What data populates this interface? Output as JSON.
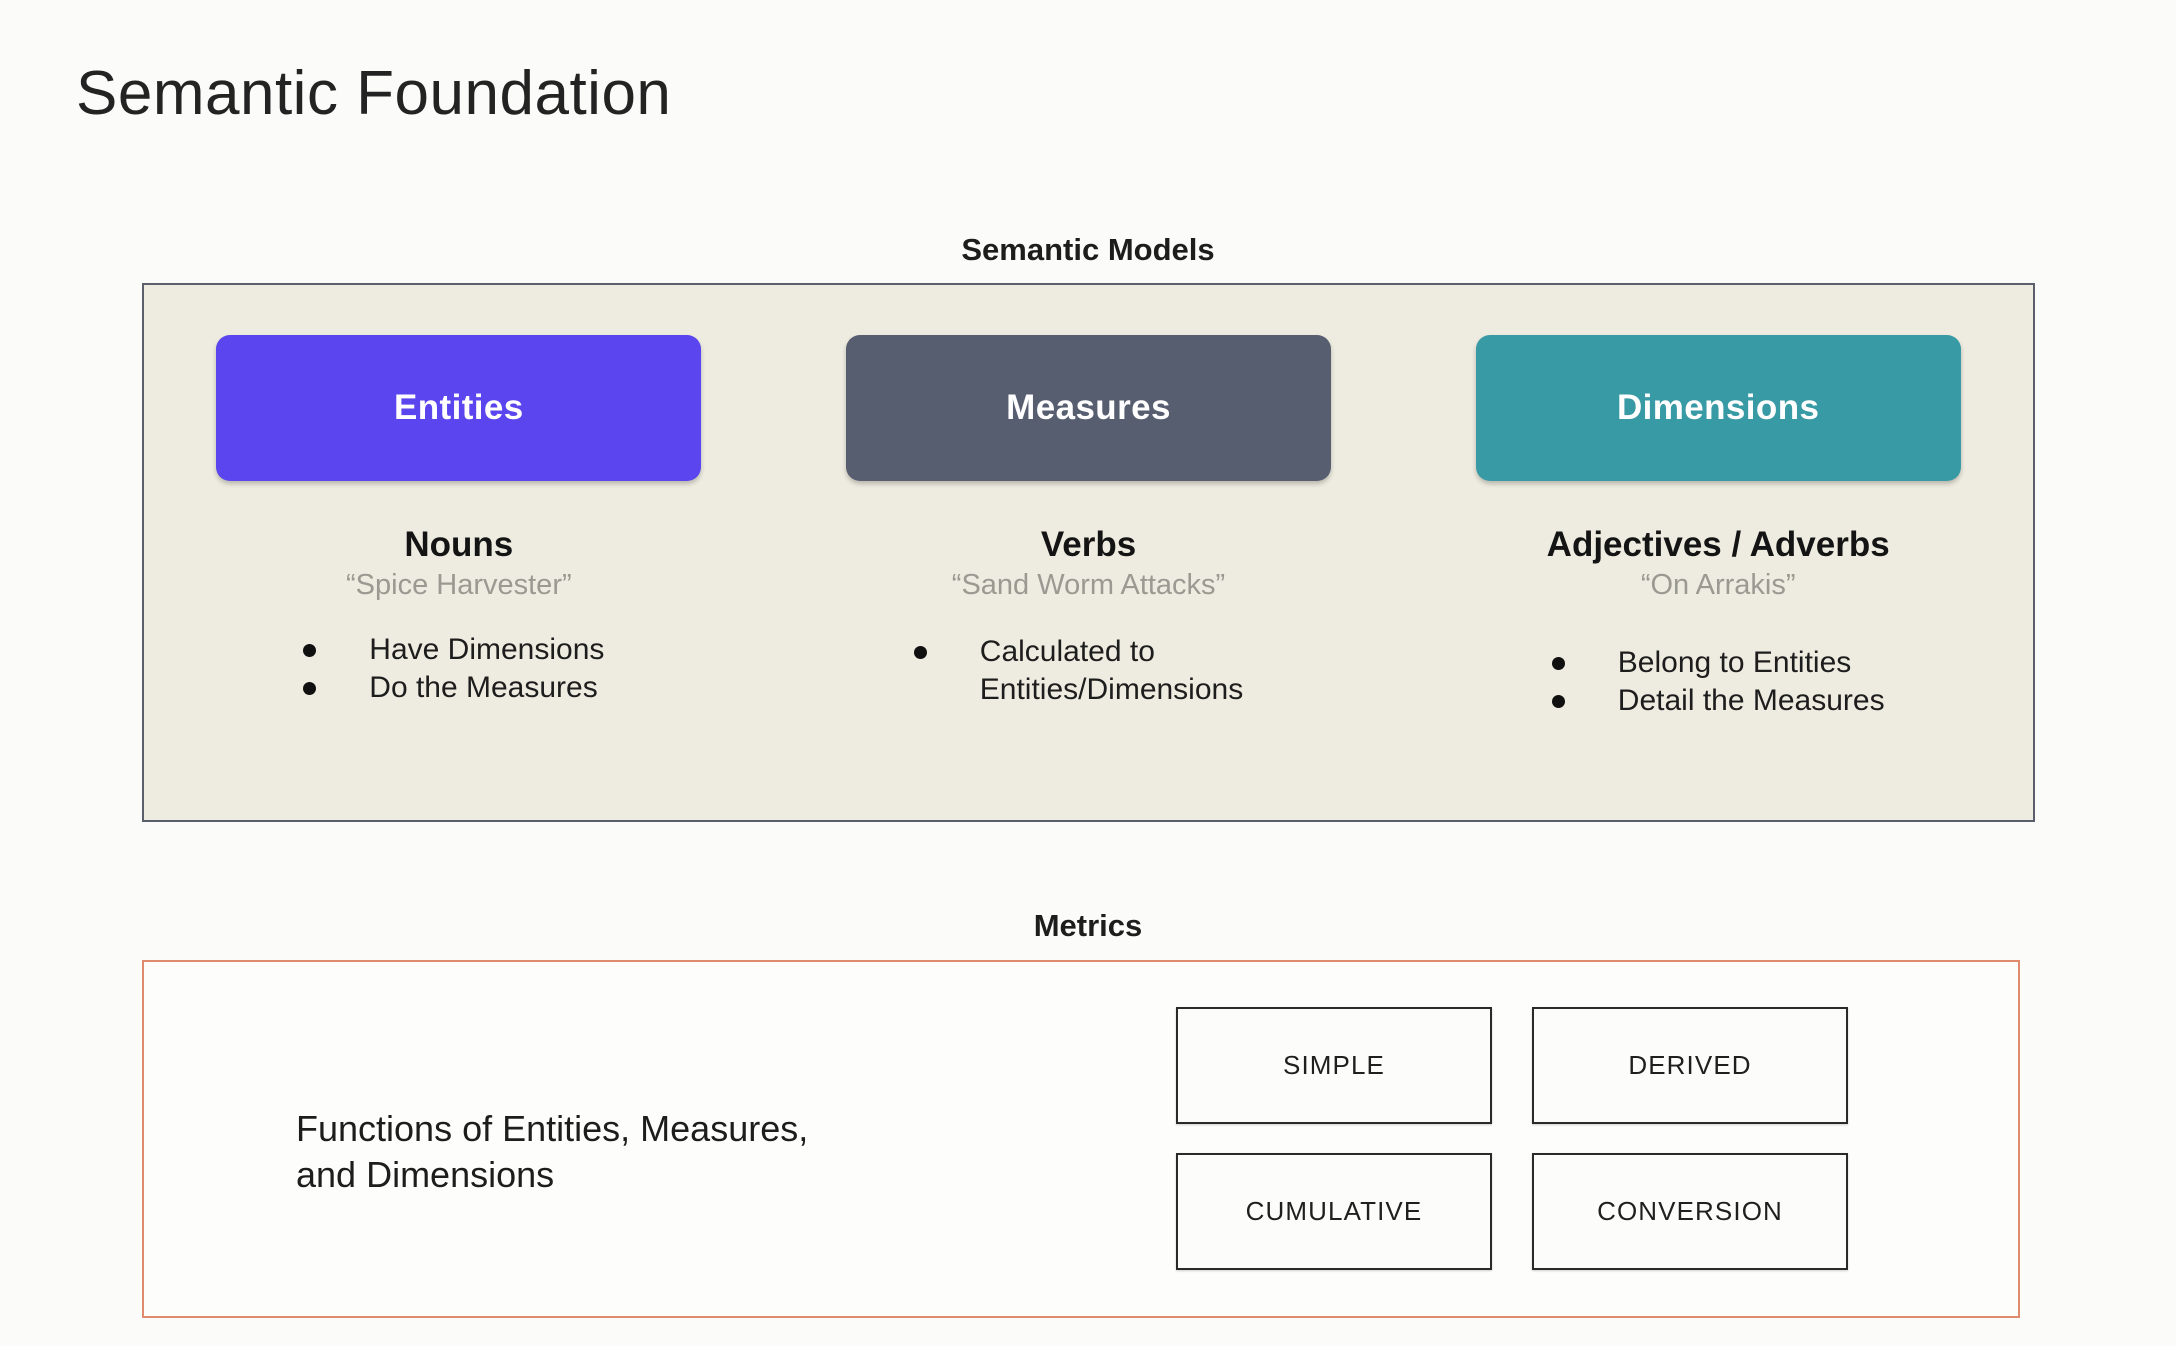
{
  "page": {
    "title": "Semantic Foundation",
    "background_color": "#fbfcf9"
  },
  "semantic_models": {
    "heading": "Semantic Models",
    "panel_background": "#eeece0",
    "panel_border_color": "#5a5f6b",
    "columns": [
      {
        "pill_label": "Entities",
        "pill_color": "#5b45ee",
        "part_of_speech": "Nouns",
        "example": "“Spice Harvester”",
        "bullets": [
          "Have Dimensions",
          "Do the Measures"
        ]
      },
      {
        "pill_label": "Measures",
        "pill_color": "#565e70",
        "part_of_speech": "Verbs",
        "example": "“Sand Worm Attacks”",
        "bullets": [
          "Calculated to\nEntities/Dimensions"
        ]
      },
      {
        "pill_label": "Dimensions",
        "pill_color": "#389aa4",
        "part_of_speech": "Adjectives / Adverbs",
        "example": "“On Arrakis”",
        "bullets": [
          "Belong to Entities",
          "Detail the Measures"
        ]
      }
    ]
  },
  "metrics": {
    "heading": "Metrics",
    "panel_border_color": "#e08a6e",
    "description": "Functions of Entities, Measures,\nand Dimensions",
    "types": [
      {
        "label": "SIMPLE"
      },
      {
        "label": "DERIVED"
      },
      {
        "label": "CUMULATIVE"
      },
      {
        "label": "CONVERSION"
      }
    ]
  }
}
